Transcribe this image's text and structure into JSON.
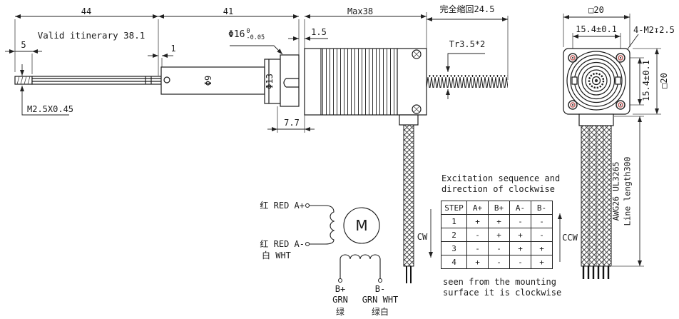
{
  "drawing": {
    "side_view": {
      "dim_44": "44",
      "dim_41": "41",
      "dim_max38": "Max38",
      "dim_retract": "完全缩回24.5",
      "valid_itinerary": "Valid itinerary 38.1",
      "dim_5": "5",
      "dim_1": "1",
      "tip_thread_spec": "M2.5X0.45",
      "dia_9": "Φ9",
      "dia_16": "Φ16",
      "dia_16_tol_upper": "0",
      "dia_16_tol_lower": "-0.05",
      "dia_13": "Φ13",
      "dim_7_7": "7.7",
      "dim_1_5": "1.5",
      "leadscrew_spec": "Tr3.5*2"
    },
    "front_view": {
      "dim_sq20_top": "□20",
      "dim_15_4_top": "15.4±0.1",
      "mounting_holes": "4-M2↧2.5",
      "dim_15_4_right": "15.4±0.1",
      "dim_sq20_right": "□20",
      "cable_spec": "AWG26 UL3265",
      "cable_length": "Line length300"
    },
    "wiring": {
      "a_plus": "红 RED A+",
      "a_minus": "红 RED A-",
      "a_minus_line2": "白 WHT",
      "motor_symbol": "M",
      "b_plus": "B+",
      "b_plus_color": "GRN",
      "b_plus_cn": "绿",
      "b_minus": "B-",
      "b_minus_color": "GRN WHT",
      "b_minus_cn": "绿白",
      "cw": "CW",
      "ccw": "CCW"
    },
    "table": {
      "title_line1": "Excitation sequence and",
      "title_line2": "direction of clockwise",
      "headers": [
        "STEP",
        "A+",
        "B+",
        "A-",
        "B-"
      ],
      "rows": [
        [
          "1",
          "+",
          "+",
          "-",
          "-"
        ],
        [
          "2",
          "-",
          "+",
          "+",
          "-"
        ],
        [
          "3",
          "-",
          "-",
          "+",
          "+"
        ],
        [
          "4",
          "+",
          "-",
          "-",
          "+"
        ]
      ],
      "footer_line1": "seen from the mounting",
      "footer_line2": "surface it is clockwise"
    },
    "colors": {
      "line": "#1a1a1a",
      "hole_accent": "#c4706f",
      "background": "#ffffff"
    }
  }
}
